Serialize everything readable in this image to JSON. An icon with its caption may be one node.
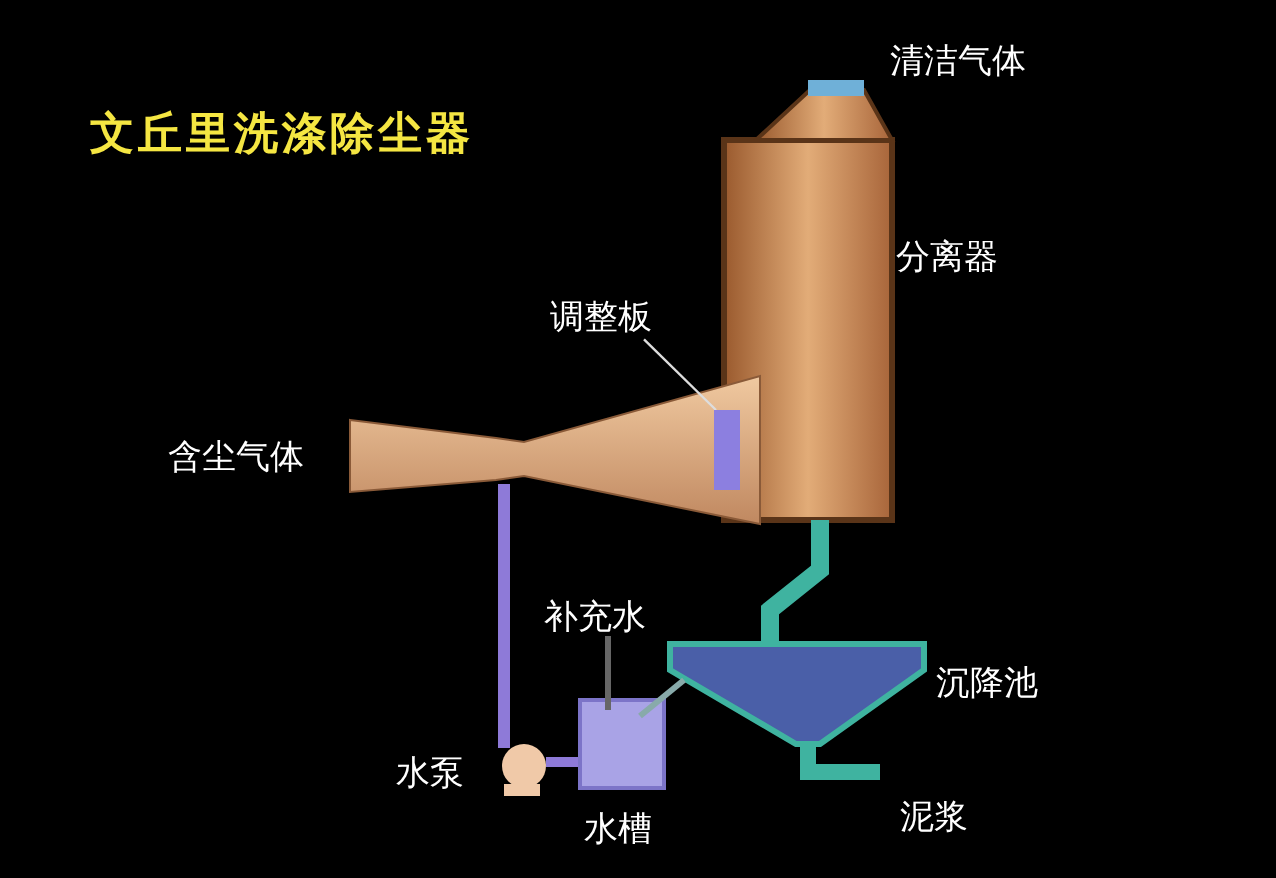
{
  "diagram": {
    "title": "文丘里洗涤除尘器",
    "nodes": [
      {
        "text": [
          "调整板"
        ]
      },
      {
        "text": [],
        "shape": "bar"
      }
    ],
    "edges": [
      {
        "from": 0,
        "to": 1,
        "arrow": "none"
      }
    ],
    "labels": [
      "清洁气体",
      "分离器",
      "含尘气体",
      "补充水",
      "沉降池",
      "水泵",
      "水槽",
      "泥浆"
    ]
  }
}
